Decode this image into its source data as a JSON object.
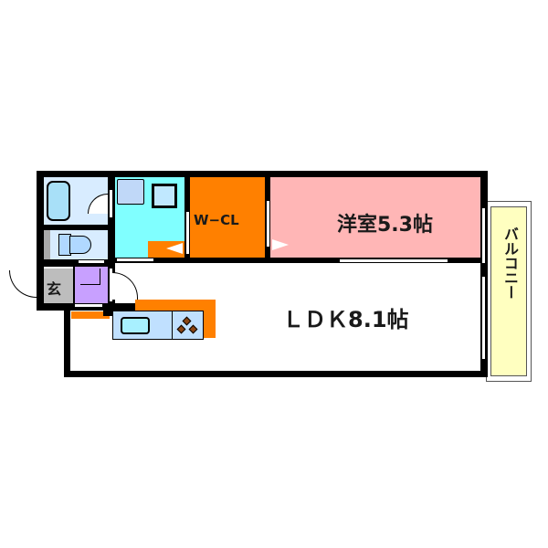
{
  "floorplan": {
    "rooms": {
      "western_room": {
        "label": "洋室5.3帖",
        "color": "#ffb6b6"
      },
      "ldk": {
        "label": "ＬＤＫ8.1帖",
        "color": "#ffffff"
      },
      "walk_in_closet": {
        "label": "W−CL",
        "color": "#ff8000"
      },
      "balcony": {
        "label": "バルコニー",
        "color": "#ffffc0"
      },
      "entrance": {
        "label": "玄",
        "color": "#bdbdbd"
      },
      "washroom": {
        "color": "#80ffff"
      },
      "bathroom": {
        "color": "#d8ecff"
      },
      "toilet": {
        "color": "#d8ecff"
      },
      "hallway_storage": {
        "color": "#c8a0ff"
      },
      "kitchen": {
        "color": "#c0e0ff"
      }
    },
    "colors": {
      "wall": "#000000",
      "accent_orange": "#ff8000"
    }
  }
}
